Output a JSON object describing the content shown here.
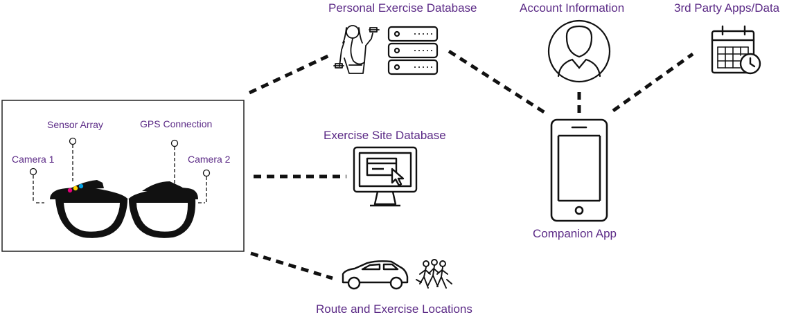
{
  "labels": {
    "personal_exercise_db": "Personal Exercise Database",
    "account_info": "Account Information",
    "third_party": "3rd Party Apps/Data",
    "exercise_site_db": "Exercise Site Database",
    "companion_app": "Companion App",
    "route_locations": "Route and Exercise Locations",
    "sensor_array": "Sensor Array",
    "gps_connection": "GPS Connection",
    "camera_1": "Camera 1",
    "camera_2": "Camera 2"
  },
  "icons": {
    "glasses": "smart-glasses-icon",
    "person_dumbbell": "person-lifting-dumbbell-icon",
    "server": "server-rack-icon",
    "account": "user-avatar-icon",
    "calendar": "calendar-clock-icon",
    "monitor": "monitor-cursor-icon",
    "phone": "smartphone-icon",
    "car": "car-icon",
    "walkers": "walking-people-icon"
  },
  "colors": {
    "label": "#5b2a86",
    "line": "#111111",
    "sensor_magenta": "#e6007e",
    "sensor_yellow": "#ffd200",
    "sensor_cyan": "#00a0e3"
  }
}
